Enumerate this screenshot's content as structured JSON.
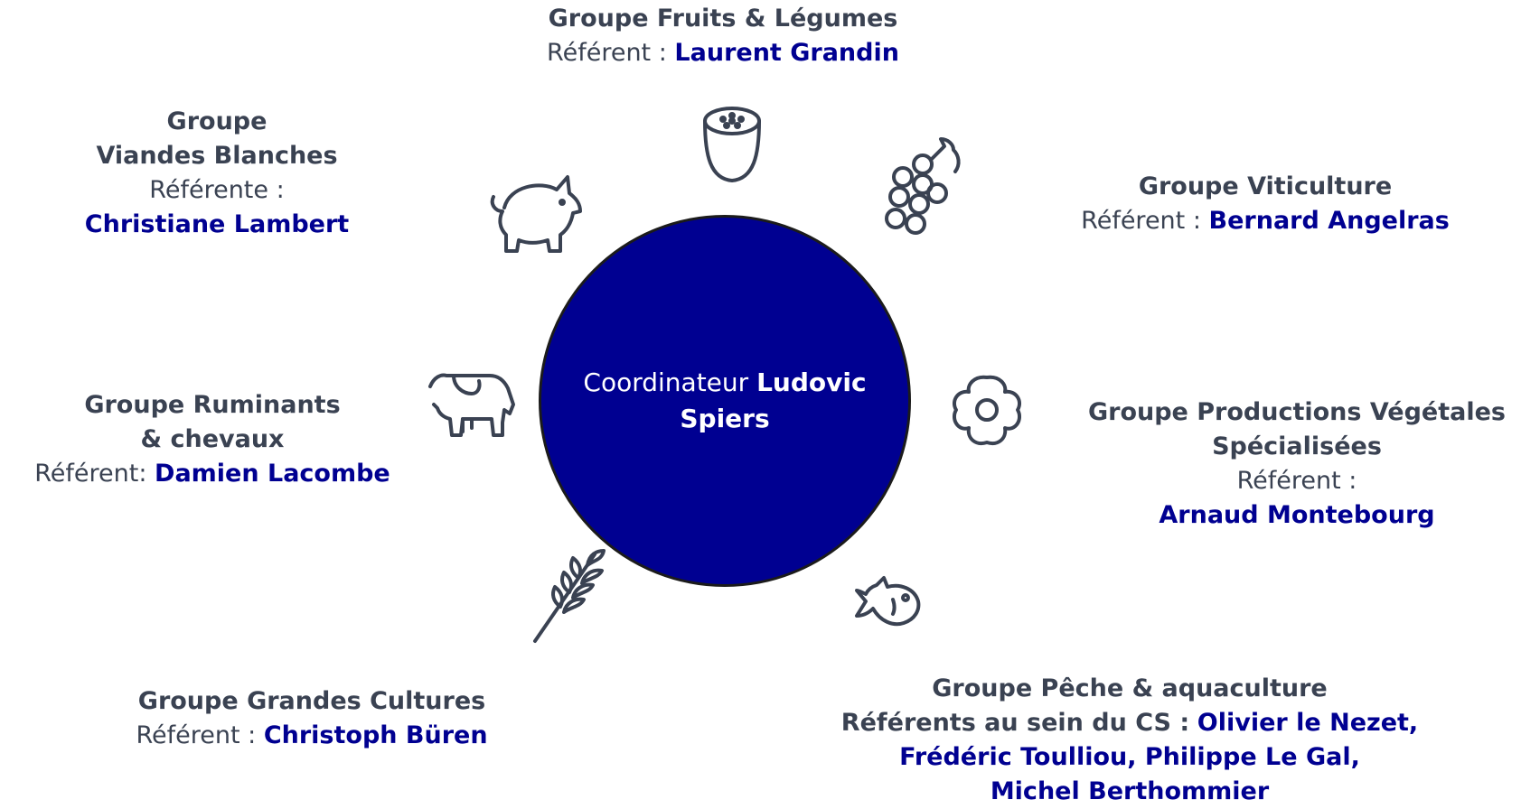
{
  "coordinator": {
    "label": "Coordinateur",
    "name": "Ludovic Spiers"
  },
  "groups": {
    "fruits": {
      "title": "Groupe Fruits & Légumes",
      "ref_label": "Référent :",
      "ref_name": "Laurent Grandin",
      "icon": "kiwi-icon"
    },
    "viandes": {
      "title_line1": "Groupe",
      "title_line2": "Viandes Blanches",
      "ref_label": "Référente :",
      "ref_name": "Christiane Lambert",
      "icon": "pig-icon"
    },
    "viticulture": {
      "title": "Groupe Viticulture",
      "ref_label": "Référent :",
      "ref_name": "Bernard Angelras",
      "icon": "grapes-icon"
    },
    "ruminants": {
      "title_line1": "Groupe Ruminants",
      "title_line2": "& chevaux",
      "ref_label": "Référent:",
      "ref_name": "Damien Lacombe",
      "icon": "cow-icon"
    },
    "productions_vegetales": {
      "title_line1": "Groupe Productions Végétales",
      "title_line2": "Spécialisées",
      "ref_label": "Référent :",
      "ref_name": "Arnaud Montebourg",
      "icon": "flower-icon"
    },
    "grandes_cultures": {
      "title": "Groupe Grandes Cultures",
      "ref_label": "Référent :",
      "ref_name": "Christoph Büren",
      "icon": "wheat-icon"
    },
    "peche": {
      "title": "Groupe Pêche & aquaculture",
      "ref_label": "Référents au sein du CS :",
      "ref_name_line1": "Olivier le Nezet,",
      "ref_name_line2": "Frédéric Toulliou, Philippe Le Gal,",
      "ref_name_line3": "Michel Berthommier",
      "icon": "fish-icon"
    }
  },
  "colors": {
    "navy": "#000091",
    "text": "#3a4252",
    "white": "#ffffff"
  }
}
